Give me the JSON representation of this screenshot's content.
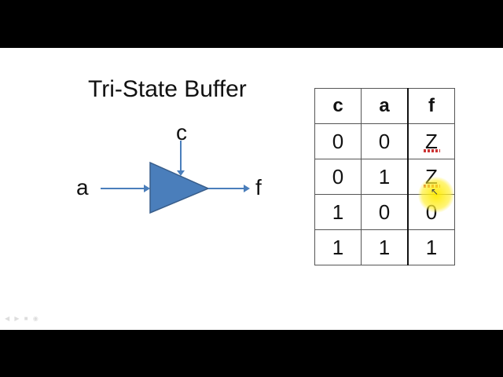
{
  "slide": {
    "title": "Tri-State Buffer",
    "diagram": {
      "control_label": "c",
      "input_label": "a",
      "output_label": "f",
      "buffer_fill": "#4a7ebb",
      "buffer_stroke": "#385d8a"
    },
    "truth_table": {
      "headers": [
        "c",
        "a",
        "f"
      ],
      "rows": [
        [
          "0",
          "0",
          "Z"
        ],
        [
          "0",
          "1",
          "Z"
        ],
        [
          "1",
          "0",
          "0"
        ],
        [
          "1",
          "1",
          "1"
        ]
      ]
    }
  }
}
